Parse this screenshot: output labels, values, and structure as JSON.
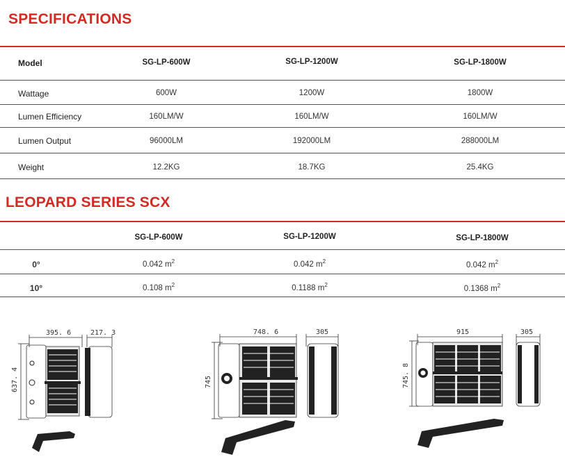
{
  "specifications": {
    "title": "SPECIFICATIONS",
    "model_label": "Model",
    "models": [
      "SG-LP-600W",
      "SG-LP-1200W",
      "SG-LP-1800W"
    ],
    "rows": [
      {
        "label": "Wattage",
        "values": [
          "600W",
          "1200W",
          "1800W"
        ]
      },
      {
        "label": "Lumen Efficiency",
        "values": [
          "160LM/W",
          "160LM/W",
          "160LM/W"
        ]
      },
      {
        "label": "Lumen Output",
        "values": [
          "96000LM",
          "192000LM",
          "288000LM"
        ]
      },
      {
        "label": "Weight",
        "values": [
          "12.2KG",
          "18.7KG",
          "25.4KG"
        ]
      }
    ]
  },
  "series": {
    "title": "LEOPARD SERIES SCX",
    "models": [
      "SG-LP-600W",
      "SG-LP-1200W",
      "SG-LP-1800W"
    ],
    "unit": "m",
    "unit_exp": "2",
    "rows": [
      {
        "angle": "0°",
        "values": [
          "0.042",
          "0.042",
          "0.042"
        ]
      },
      {
        "angle": "10°",
        "values": [
          "0.108",
          "0.1188",
          "0.1368"
        ]
      }
    ]
  },
  "drawings": [
    {
      "width": "395. 6",
      "depth": "217. 3",
      "height": "637. 4"
    },
    {
      "width": "748. 6",
      "depth": "305",
      "height": "745"
    },
    {
      "width": "915",
      "depth": "305",
      "height": "745. 8"
    }
  ]
}
